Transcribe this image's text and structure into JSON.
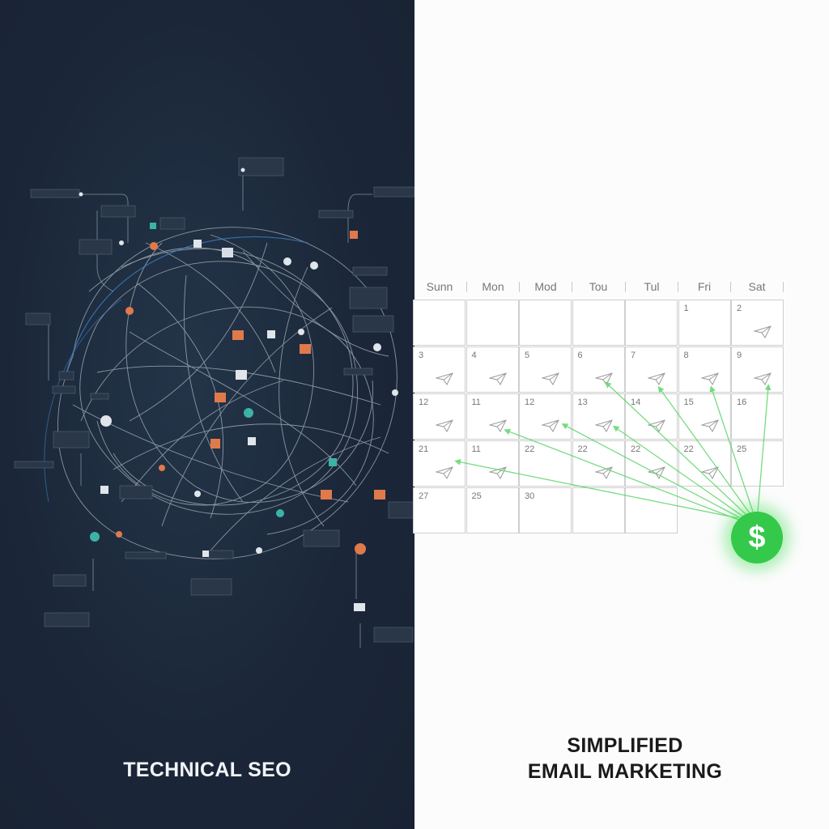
{
  "left_panel": {
    "title": "TECHNICAL SEO",
    "background": "#1b2739",
    "node_colors": {
      "orange": "#e07a4a",
      "teal": "#3bb3a6",
      "gray": "#cfd6de",
      "line": "#aeb8c4",
      "blue_arc": "#3e7fc1"
    }
  },
  "right_panel": {
    "title_line1": "SIMPLIFIED",
    "title_line2": "EMAIL MARKETING",
    "calendar": {
      "weekdays": [
        "Sunn",
        "Mon",
        "Mod",
        "Tou",
        "Tul",
        "Fri",
        "Sat"
      ],
      "weeks": [
        [
          {
            "d": "",
            "p": false
          },
          {
            "d": "",
            "p": false
          },
          {
            "d": "",
            "p": false
          },
          {
            "d": "",
            "p": false
          },
          {
            "d": "",
            "p": false
          },
          {
            "d": "1",
            "p": false
          },
          {
            "d": "2",
            "p": true
          }
        ],
        [
          {
            "d": "3",
            "p": true
          },
          {
            "d": "4",
            "p": true
          },
          {
            "d": "5",
            "p": true
          },
          {
            "d": "6",
            "p": true
          },
          {
            "d": "7",
            "p": true
          },
          {
            "d": "8",
            "p": true
          },
          {
            "d": "9",
            "p": true
          }
        ],
        [
          {
            "d": "12",
            "p": true
          },
          {
            "d": "11",
            "p": true
          },
          {
            "d": "12",
            "p": true
          },
          {
            "d": "13",
            "p": true
          },
          {
            "d": "14",
            "p": true
          },
          {
            "d": "15",
            "p": true
          },
          {
            "d": "16",
            "p": false
          }
        ],
        [
          {
            "d": "21",
            "p": true
          },
          {
            "d": "11",
            "p": true
          },
          {
            "d": "22",
            "p": false
          },
          {
            "d": "22",
            "p": true
          },
          {
            "d": "22",
            "p": true
          },
          {
            "d": "22",
            "p": true
          },
          {
            "d": "25",
            "p": false
          }
        ],
        [
          {
            "d": "27",
            "p": false
          },
          {
            "d": "25",
            "p": false
          },
          {
            "d": "30",
            "p": false
          },
          {
            "d": "",
            "p": false
          },
          {
            "d": "",
            "p": false
          }
        ]
      ]
    },
    "revenue_icon": {
      "symbol": "$",
      "color": "#34c94a"
    },
    "arrow_color": "#5ed66a"
  }
}
